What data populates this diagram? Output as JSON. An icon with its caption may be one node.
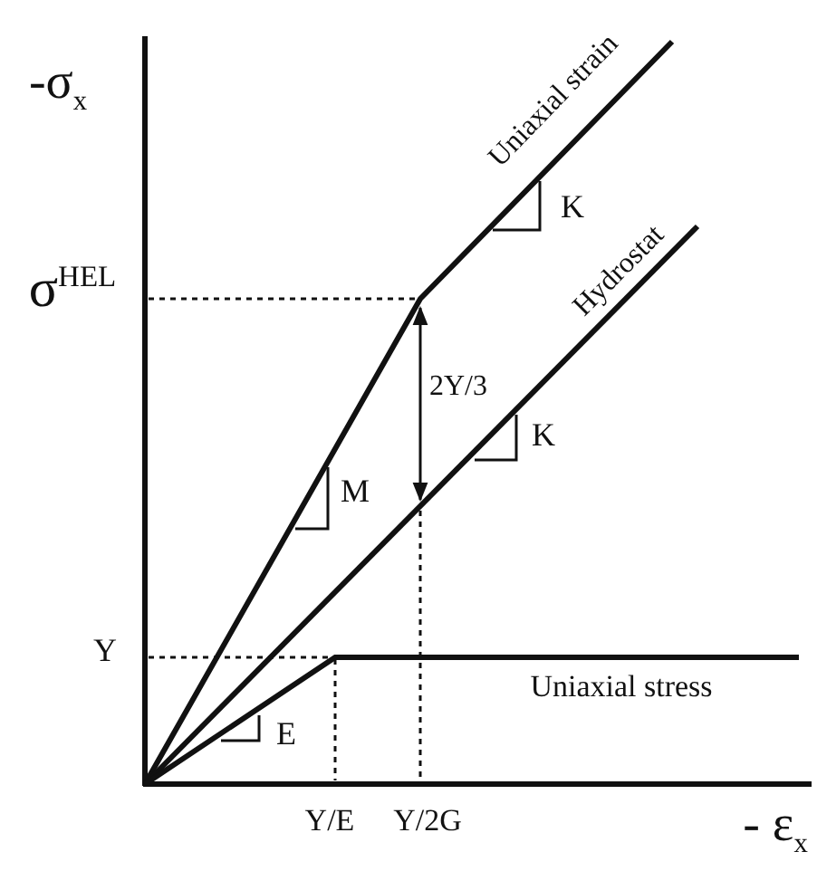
{
  "diagram": {
    "labels": [
      "-σ$_{x}$",
      "σ$^{HEL}$",
      "Uniaxial strain",
      "K",
      "Hydrostat",
      "2Y/3",
      "K",
      "M",
      "Y",
      "Uniaxial stress",
      "E",
      "Y/E",
      "Y/2G",
      "- ε$_{x}$"
    ]
  }
}
